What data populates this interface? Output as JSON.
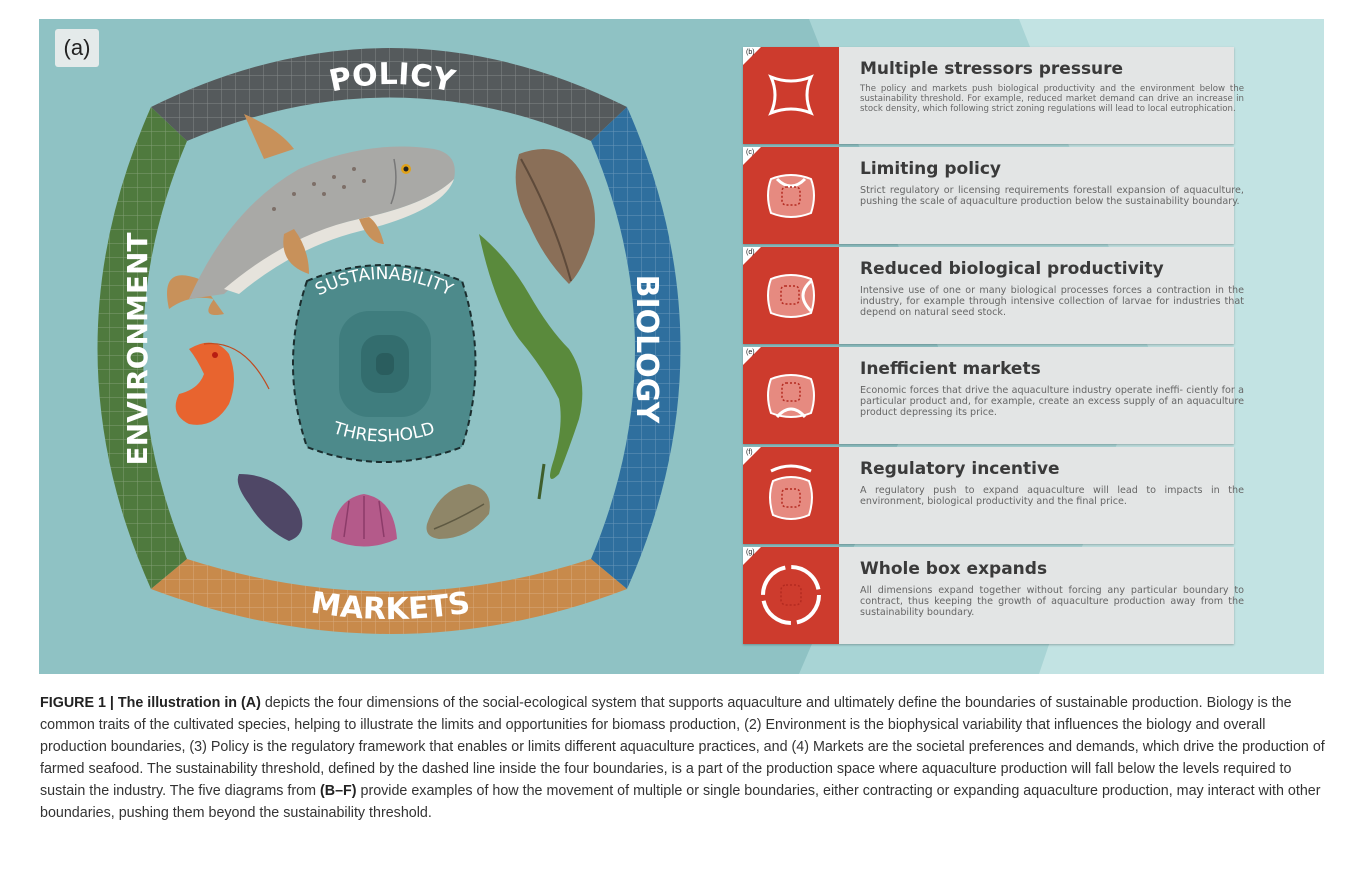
{
  "panel_a": {
    "label": "(a)",
    "boundaries": {
      "policy": "POLICY",
      "biology": "BIOLOGY",
      "environment": "ENVIRONMENT",
      "markets": "MARKETS"
    },
    "threshold_top": "SUSTAINABILITY",
    "threshold_bottom": "THRESHOLD"
  },
  "panels": [
    {
      "tag": "(b)",
      "title": "Multiple stressors pressure",
      "text": "The policy and markets push biological productivity and the environment below the sustainability threshold. For example, reduced market demand can drive an increase in stock density, which following strict zoning regulations will lead to local eutrophication."
    },
    {
      "tag": "(c)",
      "title": "Limiting policy",
      "text": "Strict regulatory or licensing requirements forestall expansion of aquaculture, pushing the scale of aquaculture production below the sustainability boundary."
    },
    {
      "tag": "(d)",
      "title": "Reduced biological productivity",
      "text": "Intensive use of one or many biological processes forces a contraction in the industry, for example through intensive collection of larvae for industries that depend on natural seed stock."
    },
    {
      "tag": "(e)",
      "title": "Inefficient markets",
      "text": "Economic forces that drive the aquaculture industry operate ineffi- ciently for a particular product and, for example, create an excess supply of an aquaculture product depressing its price."
    },
    {
      "tag": "(f)",
      "title": "Regulatory incentive",
      "text": "A regulatory push to expand aquaculture will lead to impacts in the environment, biological productivity and the final price."
    },
    {
      "tag": "(g)",
      "title": "Whole box expands",
      "text": "All dimensions expand together without forcing any particular boundary to contract, thus keeping the growth of aquaculture production away from the sustainability boundary."
    }
  ],
  "caption": {
    "lead": "FIGURE 1 | The illustration in (A)",
    "part1": " depicts the four dimensions of the social-ecological system that supports aquaculture and ultimately define the boundaries of sustainable production. Biology is the common traits of the cultivated species, helping to illustrate the limits and opportunities for biomass production, (2) Environment is the biophysical variability that influences the biology and overall production boundaries, (3) Policy is the regulatory framework that enables or limits different aquaculture practices, and (4) Markets are the societal preferences and demands, which drive the production of farmed seafood. The sustainability threshold, defined by the dashed line inside the four boundaries, is a part of the production space where aquaculture production will fall below the levels required to sustain the industry. The five diagrams from ",
    "ref": "(B–F)",
    "part2": " provide examples of how the movement of multiple or single boundaries, either contracting or expanding aquaculture production, may interact with other boundaries, pushing them beyond the sustainability threshold."
  },
  "colors": {
    "background": "#8fc2c4",
    "policy": "#555a5c",
    "biology": "#2f6f9e",
    "environment": "#4f7a3e",
    "markets": "#c88a4b",
    "panel_red": "#cd3b2d"
  }
}
